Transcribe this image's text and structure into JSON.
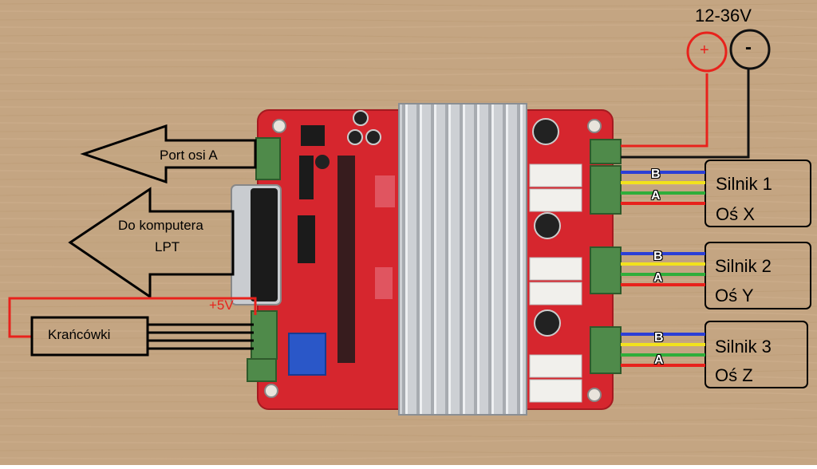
{
  "power": {
    "voltage": "12-36V",
    "plus": "+",
    "minus": "-"
  },
  "arrows": {
    "port_a": "Port osi A",
    "lpt_line1": "Do komputera",
    "lpt_line2": "LPT"
  },
  "limit_switches": {
    "label": "Krańcówki",
    "supply": "+5V"
  },
  "motors": [
    {
      "name": "Silnik 1",
      "axis": "Oś X",
      "coil_b": "B",
      "coil_a": "A"
    },
    {
      "name": "Silnik 2",
      "axis": "Oś Y",
      "coil_b": "B",
      "coil_a": "A"
    },
    {
      "name": "Silnik 3",
      "axis": "Oś Z",
      "coil_b": "B",
      "coil_a": "A"
    }
  ],
  "colors": {
    "table": "#c4a582",
    "pcb": "#d6262e",
    "heatsink": "#c9ccd0",
    "terminal": "#4f8a4a",
    "wire_red": "#e8221c",
    "wire_black": "#111111",
    "wire_blue": "#2b3fd6",
    "wire_yellow": "#f2e21c",
    "wire_green": "#2fae3a"
  }
}
